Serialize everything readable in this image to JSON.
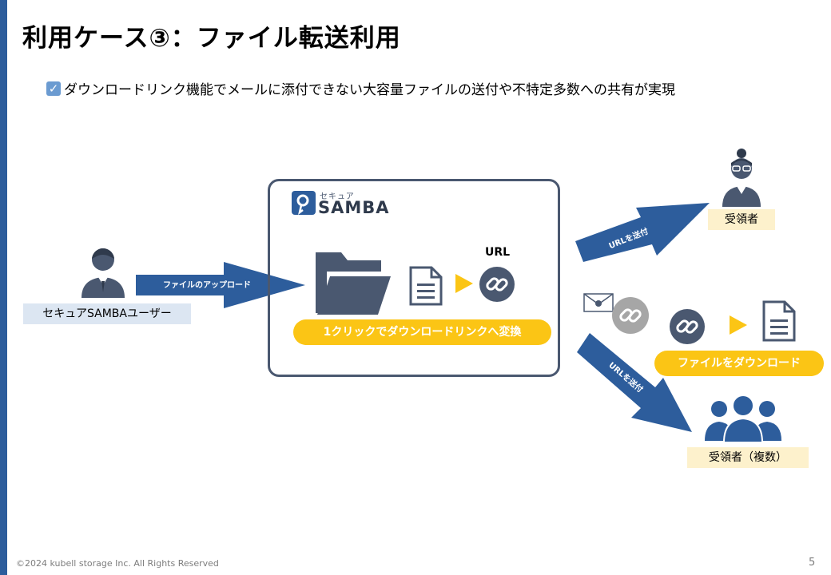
{
  "slide": {
    "title": "利用ケース③：ファイル転送利用",
    "subtitle": "ダウンロードリンク機能でメールに添付できない大容量ファイルの送付や不特定多数への共有が実現",
    "footer": "©2024 kubell storage Inc. All Rights Reserved",
    "page_number": "5"
  },
  "logo": {
    "small": "セキュア",
    "brand": "SAMBA"
  },
  "sender": {
    "label": "セキュアSAMBAユーザー"
  },
  "arrows": {
    "upload": "ファイルのアップロード",
    "send_url_top": "URLを送付",
    "send_url_bottom": "URLを送付"
  },
  "panel": {
    "url_label": "URL",
    "convert_pill": "1クリックでダウンロードリンクへ変換"
  },
  "recipient_single": {
    "label": "受領者"
  },
  "recipient_multi": {
    "label": "受領者（複数）"
  },
  "download_pill": "ファイルをダウンロード",
  "colors": {
    "accent_blue": "#2d5d9c",
    "yellow": "#fbc515",
    "label_bg_blue": "#dce6f2",
    "label_bg_yellow": "#fdf1cc",
    "icon_dark": "#4a5870"
  }
}
